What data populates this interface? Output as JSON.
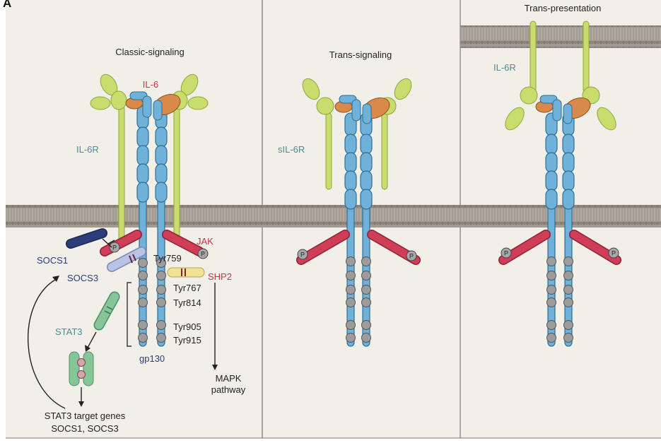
{
  "panel_letter": "A",
  "panels": {
    "classic": {
      "title": "Classic-signaling",
      "il6": "IL-6",
      "il6r": "IL-6R",
      "jak": "JAK",
      "socs1": "SOCS1",
      "socs3": "SOCS3",
      "shp2": "SHP2",
      "stat3": "STAT3",
      "gp130": "gp130",
      "tyrosines": [
        "Tyr759",
        "Tyr767",
        "Tyr814",
        "Tyr905",
        "Tyr915"
      ],
      "mapk_line1": "MAPK",
      "mapk_line2": "pathway",
      "target_line1": "STAT3 target genes",
      "target_line2": "SOCS1, SOCS3",
      "phospho": "P"
    },
    "trans": {
      "title": "Trans-signaling",
      "sil6r": "sIL-6R",
      "phospho": "P"
    },
    "presentation": {
      "title": "Trans-presentation",
      "il6r": "IL-6R",
      "phospho": "P"
    }
  },
  "colors": {
    "background": "#f1efe7",
    "membrane": "#9d958c",
    "gp130": "#6fb1d9",
    "il6r": "#c8dd6e",
    "il6": "#d98a4a",
    "jak": "#cf3d56",
    "socs1": "#2c3d7a",
    "socs3": "#b7c4e6",
    "shp2": "#f2e394",
    "stat3": "#86c59a",
    "tyr": "#9c9c9c",
    "label_red": "#c8324c",
    "label_teal": "#4c8c99"
  }
}
